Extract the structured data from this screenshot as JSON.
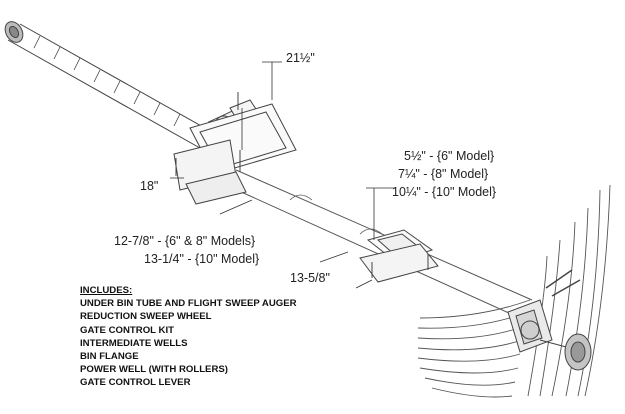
{
  "dimensions": {
    "d_21_half": "21½\"",
    "d_18": "18\"",
    "d_5half": "5½\" - {6\" Model}",
    "d_7quarter": "7¼\" - {8\" Model}",
    "d_10quarter": "10¼\" - {10\" Model}",
    "d_12_7_8": "12-7/8\" - {6\" & 8\" Models}",
    "d_13_1_4": "13-1/4\" - {10\" Model}",
    "d_13_5_8": "13-5/8\""
  },
  "includes": {
    "heading": "INCLUDES:",
    "items": [
      "UNDER BIN TUBE AND FLIGHT SWEEP AUGER",
      "REDUCTION SWEEP WHEEL",
      "GATE CONTROL KIT",
      "INTERMEDIATE WELLS",
      "BIN FLANGE",
      "POWER WELL (WITH ROLLERS)",
      "GATE CONTROL LEVER"
    ]
  }
}
